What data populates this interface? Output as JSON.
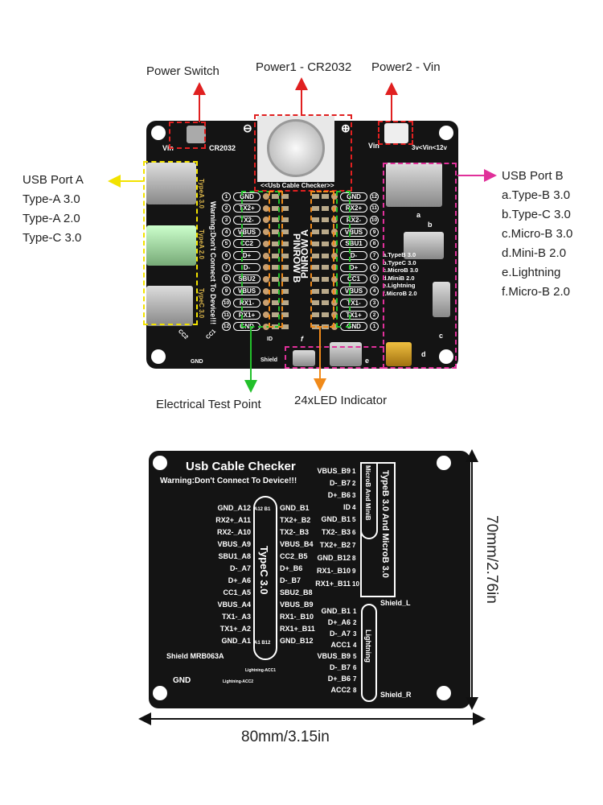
{
  "callouts": {
    "power_switch": "Power Switch",
    "power1": "Power1 - CR2032",
    "power2": "Power2 - Vin",
    "usb_a_title": "USB Port A",
    "usb_a_items": [
      "Type-A 3.0",
      "Type-A 2.0",
      "Type-C 3.0"
    ],
    "usb_b_title": "USB Port B",
    "usb_b_items": [
      "a.Type-B 3.0",
      "b.Type-C 3.0",
      "c.Micro-B 3.0",
      "d.Mini-B 2.0",
      "e.Lightning",
      "f.Micro-B 2.0"
    ],
    "test_point": "Electrical Test Point",
    "led": "24xLED Indicator"
  },
  "colors": {
    "power": "#e02020",
    "usb_a": "#f2e200",
    "usb_b": "#e0309a",
    "test_point": "#22c02a",
    "led": "#f08a1a",
    "board": "#141414"
  },
  "front": {
    "vin_left": "Vin",
    "cr2032": "CR2032",
    "vin_right": "Vin",
    "vin_range": "3v<Vin<12v",
    "minus": "⊖",
    "plus": "⊕",
    "checker": "<<Usb Cable Checker>>",
    "typea30": "TypeA 3.0",
    "typea20": "TypeA 2.0",
    "typec30": "TypeC 3.0",
    "warning": "Warning:Don't Connect To Device!!!",
    "pinrow_b": "PINROW B",
    "pinrow_a": "PINROW A",
    "pins_b": [
      [
        "1",
        "GND"
      ],
      [
        "2",
        "TX2+"
      ],
      [
        "3",
        "TX2-"
      ],
      [
        "4",
        "VBUS"
      ],
      [
        "5",
        "CC2"
      ],
      [
        "6",
        "D+"
      ],
      [
        "7",
        "D-"
      ],
      [
        "8",
        "SBU2"
      ],
      [
        "9",
        "VBUS"
      ],
      [
        "10",
        "RX1-"
      ],
      [
        "11",
        "RX1+"
      ],
      [
        "12",
        "GND"
      ]
    ],
    "pins_a": [
      [
        "12",
        "GND"
      ],
      [
        "11",
        "RX2+"
      ],
      [
        "10",
        "RX2-"
      ],
      [
        "9",
        "VBUS"
      ],
      [
        "8",
        "SBU1"
      ],
      [
        "7",
        "D-"
      ],
      [
        "6",
        "D+"
      ],
      [
        "5",
        "CC1"
      ],
      [
        "4",
        "VBUS"
      ],
      [
        "3",
        "TX1-"
      ],
      [
        "2",
        "TX1+"
      ],
      [
        "1",
        "GND"
      ]
    ],
    "port_list": [
      "a.TypeB 3.0",
      "b.TypeC 3.0",
      "c.MicroB 3.0",
      "d.MiniB 2.0",
      "e.Lightning",
      "f.MicroB 2.0"
    ],
    "port_letters": [
      "a",
      "b",
      "c",
      "d",
      "e",
      "f"
    ],
    "cc2": "CC2",
    "cc1": "CC1",
    "gnd": "GND",
    "id": "ID",
    "shield": "Shield"
  },
  "back": {
    "title": "Usb Cable Checker",
    "warning": "Warning:Don't Connect To Device!!!",
    "typec_label": "TypeC 3.0",
    "typec_left": [
      "GND_A12",
      "RX2+_A11",
      "RX2-_A10",
      "VBUS_A9",
      "SBU1_A8",
      "D-_A7",
      "D+_A6",
      "CC1_A5",
      "VBUS_A4",
      "TX1-_A3",
      "TX1+_A2",
      "GND_A1"
    ],
    "typec_right": [
      "GND_B1",
      "TX2+_B2",
      "TX2-_B3",
      "VBUS_B4",
      "CC2_B5",
      "D+_B6",
      "D-_B7",
      "SBU2_B8",
      "VBUS_B9",
      "RX1-_B10",
      "RX1+_B11",
      "GND_B12"
    ],
    "typec_top_pins": "A12 B1",
    "typec_bottom_pins": "A1 B12",
    "micro_label": "MicroB And MiniB",
    "typeb_label": "TypeB 3.0 And MicroB 3.0",
    "micro_pins": [
      "VBUS_B9",
      "D-_B7",
      "D+_B6",
      "ID",
      "GND_B1",
      "TX2-_B3",
      "TX2+_B2",
      "GND_B12",
      "RX1-_B10",
      "RX1+_B11"
    ],
    "lightning_label": "Lightning",
    "lightning_pins": [
      "GND_B1",
      "D+_A6",
      "D-_A7",
      "ACC1",
      "VBUS_B9",
      "D-_B7",
      "D+_B6",
      "ACC2"
    ],
    "shield_l": "Shield_L",
    "shield_r": "Shield_R",
    "shield_mrb": "Shield  MRB063A",
    "gnd": "GND",
    "lightning_acc1": "Lightning-ACC1",
    "lightning_acc2": "Lightning-ACC2"
  },
  "dimensions": {
    "height": "70mm/2.76in",
    "width": "80mm/3.15in"
  }
}
